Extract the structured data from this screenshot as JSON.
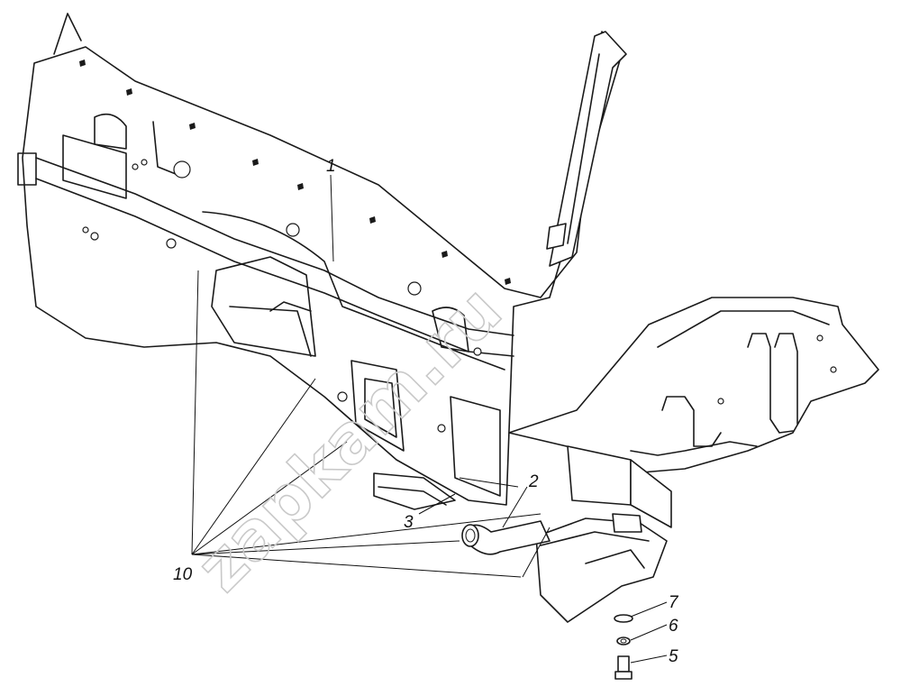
{
  "watermark": "zapkam.ru",
  "callouts": [
    {
      "id": "1",
      "label": "1"
    },
    {
      "id": "2",
      "label": "2"
    },
    {
      "id": "3",
      "label": "3"
    },
    {
      "id": "5",
      "label": "5"
    },
    {
      "id": "6",
      "label": "6"
    },
    {
      "id": "7",
      "label": "7"
    },
    {
      "id": "10",
      "label": "10"
    }
  ]
}
